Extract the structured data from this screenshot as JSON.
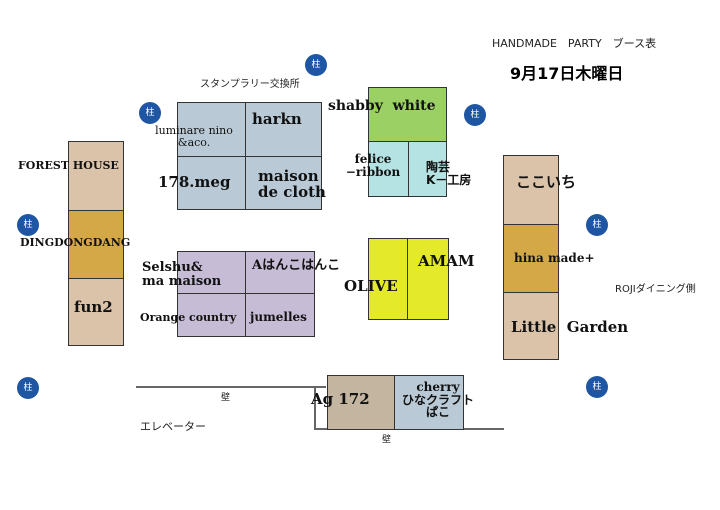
{
  "header": {
    "title": "HANDMADE　PARTY　ブース表",
    "date": "9月17日木曜日"
  },
  "labels": {
    "stamp": "スタンプラリー交換所",
    "roji": "ROJIダイニング側",
    "elevator": "エレベーター",
    "wall_top": "壁",
    "wall_bottom": "壁",
    "pillar": "柱"
  },
  "booths": {
    "luminare": "luminare nino\n&aco.",
    "harkn": "harkn",
    "meg": "178.meg",
    "maison_cloth": "maison\nde cloth",
    "shabby": "shabby  white",
    "felice": "felice\n−ribbon",
    "kobo": "陶芸\nK－工房",
    "forest": "FOREST HOUSE",
    "dingdong": "DINGDONGDANG",
    "fun2": "fun2",
    "selshu": "Selshu&\nma maison",
    "hanko": "Aはんこはんこ",
    "orange": "Orange country",
    "jumelles": "jumelles",
    "olive": "OLIVE",
    "amam": "AMAM",
    "kokoichi": "ここいち",
    "hina": "hina made+",
    "little": "Little  Garden",
    "ag": "Ag 172",
    "cherry": "cherry\nひなクラフト\nぱこ"
  },
  "colors": {
    "blue_gray": "#b9cad6",
    "green": "#9bd064",
    "teal": "#b5e2e2",
    "tan": "#dbc3a9",
    "gold": "#d5a847",
    "lavender": "#c6bcd6",
    "yellow": "#e4ea2a",
    "gray_tan": "#c3b59f",
    "pillar": "#1f56a3"
  }
}
